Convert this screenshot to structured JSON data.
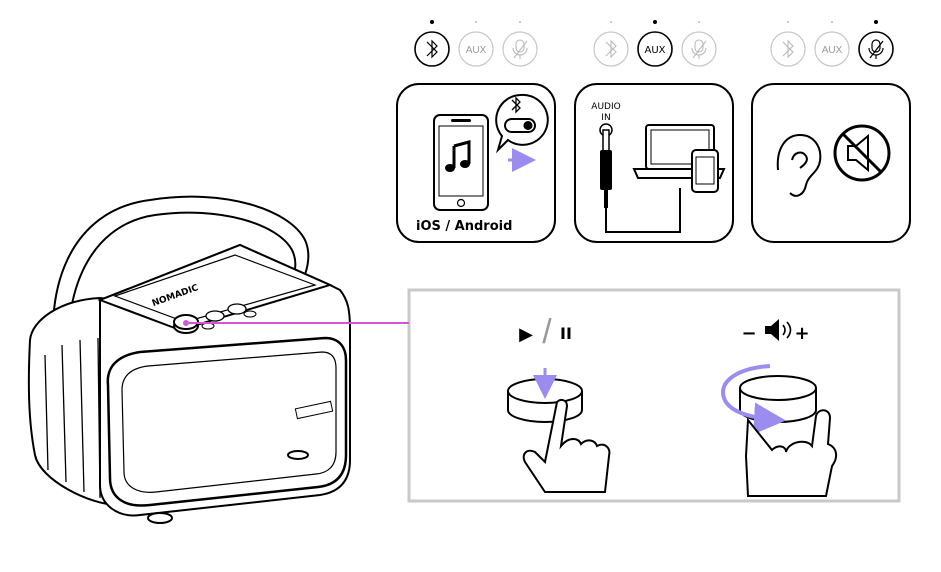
{
  "speaker": {
    "brand": "NOMADIC"
  },
  "modes": [
    {
      "id": "bluetooth",
      "active_button": "bluetooth",
      "buttons": [
        "bluetooth-icon",
        "AUX",
        "mic-off-icon"
      ],
      "caption": "iOS / Android"
    },
    {
      "id": "aux",
      "active_button": "AUX",
      "buttons": [
        "bluetooth-icon",
        "AUX",
        "mic-off-icon"
      ],
      "input_label_line1": "AUDIO",
      "input_label_line2": "IN"
    },
    {
      "id": "mute",
      "active_button": "mic-off-icon",
      "buttons": [
        "bluetooth-icon",
        "AUX",
        "mic-off-icon"
      ]
    }
  ],
  "aux_label": "AUX",
  "controls": {
    "play_pause": {
      "symbol_play": "▶",
      "separator": "/",
      "symbol_pause": "II",
      "gesture": "press"
    },
    "volume": {
      "symbol_minus": "−",
      "symbol_plus": "+",
      "gesture": "rotate"
    }
  },
  "colors": {
    "accent": "#9b8cf0",
    "callout": "#d056d8",
    "panel_border": "#c9c9c9",
    "line": "#000000"
  }
}
